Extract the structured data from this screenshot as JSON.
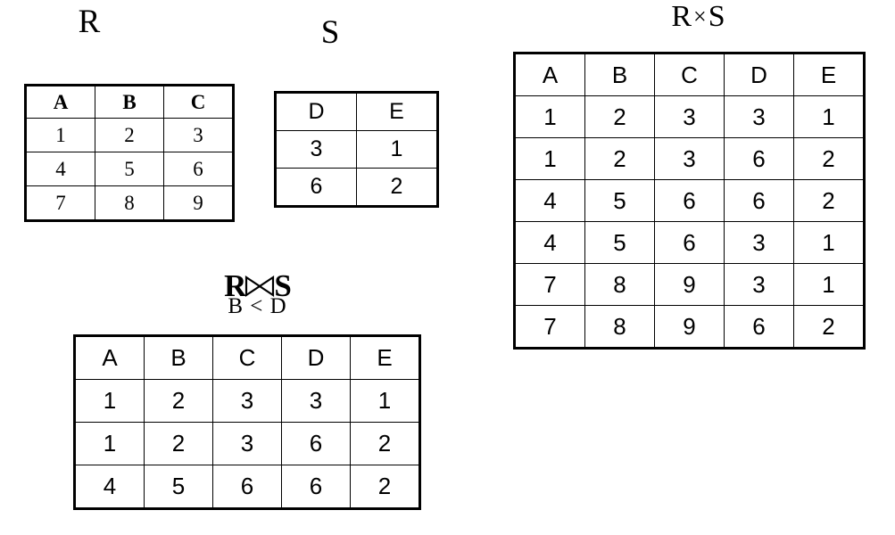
{
  "relations": {
    "r": {
      "title": "R",
      "columns": [
        "A",
        "B",
        "C"
      ],
      "rows": [
        [
          "1",
          "2",
          "3"
        ],
        [
          "4",
          "5",
          "6"
        ],
        [
          "7",
          "8",
          "9"
        ]
      ]
    },
    "s": {
      "title": "S",
      "columns": [
        "D",
        "E"
      ],
      "rows": [
        [
          "3",
          "1"
        ],
        [
          "6",
          "2"
        ]
      ]
    },
    "cross_product": {
      "title_left": "R",
      "title_operator": "×",
      "title_right": "S",
      "title": "R × S",
      "columns": [
        "A",
        "B",
        "C",
        "D",
        "E"
      ],
      "rows": [
        [
          "1",
          "2",
          "3",
          "3",
          "1"
        ],
        [
          "1",
          "2",
          "3",
          "6",
          "2"
        ],
        [
          "4",
          "5",
          "6",
          "6",
          "2"
        ],
        [
          "4",
          "5",
          "6",
          "3",
          "1"
        ],
        [
          "7",
          "8",
          "9",
          "3",
          "1"
        ],
        [
          "7",
          "8",
          "9",
          "6",
          "2"
        ]
      ]
    },
    "theta_join": {
      "title_left": "R",
      "title_operator": "⋈",
      "title_right": "S",
      "title": "R ⋈ S",
      "condition": "B < D",
      "columns": [
        "A",
        "B",
        "C",
        "D",
        "E"
      ],
      "rows": [
        [
          "1",
          "2",
          "3",
          "3",
          "1"
        ],
        [
          "1",
          "2",
          "3",
          "6",
          "2"
        ],
        [
          "4",
          "5",
          "6",
          "6",
          "2"
        ]
      ]
    }
  },
  "colors": {
    "background": "#ffffff",
    "ink": "#000000",
    "border": "#000000"
  }
}
